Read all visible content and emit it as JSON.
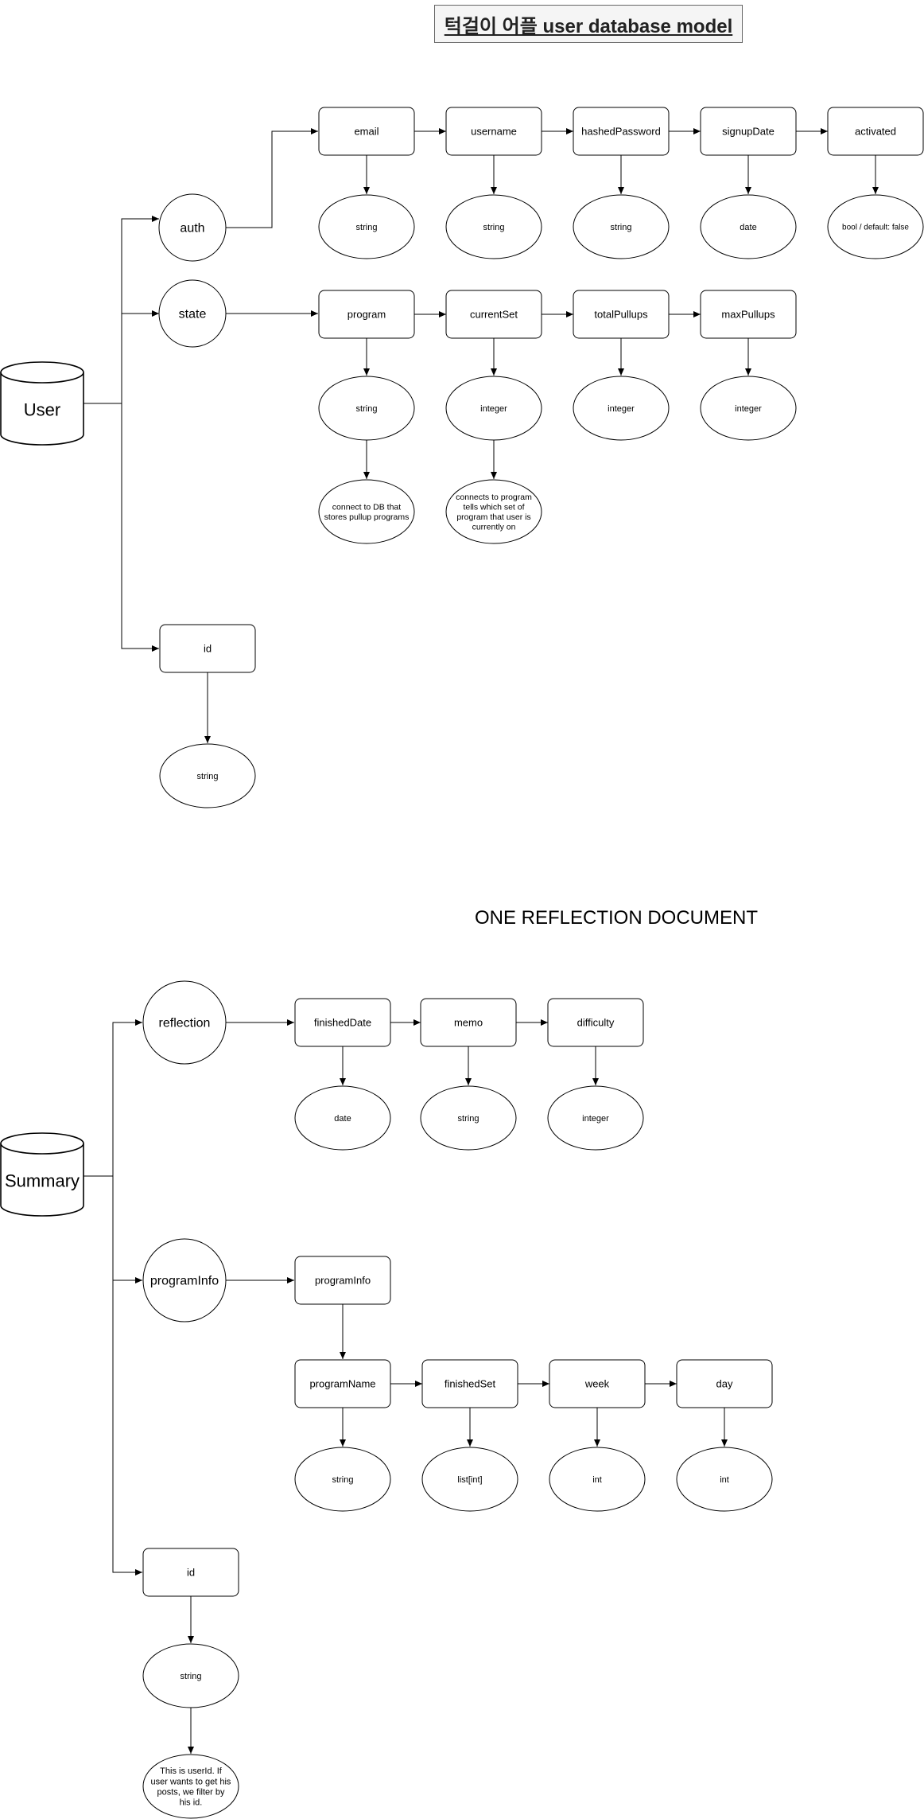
{
  "title": "턱걸이 어플 user database model",
  "section2_title": "ONE REFLECTION DOCUMENT",
  "user_db": {
    "label": "User",
    "auth": {
      "label": "auth",
      "fields": [
        {
          "name": "email",
          "type": "string"
        },
        {
          "name": "username",
          "type": "string"
        },
        {
          "name": "hashedPassword",
          "type": "string"
        },
        {
          "name": "signupDate",
          "type": "date"
        },
        {
          "name": "activated",
          "type": "bool / default: false"
        }
      ]
    },
    "state": {
      "label": "state",
      "fields": [
        {
          "name": "program",
          "type": "string",
          "note": "connect to DB that stores pullup programs"
        },
        {
          "name": "currentSet",
          "type": "integer",
          "note": "connects to program tells which set of program that user is currently on"
        },
        {
          "name": "totalPullups",
          "type": "integer"
        },
        {
          "name": "maxPullups",
          "type": "integer"
        }
      ]
    },
    "id": {
      "label": "id",
      "type": "string"
    }
  },
  "summary_db": {
    "label": "Summary",
    "reflection": {
      "label": "reflection",
      "fields": [
        {
          "name": "finishedDate",
          "type": "date"
        },
        {
          "name": "memo",
          "type": "string"
        },
        {
          "name": "difficulty",
          "type": "integer"
        }
      ]
    },
    "programInfo": {
      "label": "programInfo",
      "child": "programInfo",
      "fields": [
        {
          "name": "programName",
          "type": "string"
        },
        {
          "name": "finishedSet",
          "type": "list[int]"
        },
        {
          "name": "week",
          "type": "int"
        },
        {
          "name": "day",
          "type": "int"
        }
      ]
    },
    "id": {
      "label": "id",
      "type": "string",
      "note": "This is userId. If user wants to get his posts, we filter by his id."
    }
  }
}
